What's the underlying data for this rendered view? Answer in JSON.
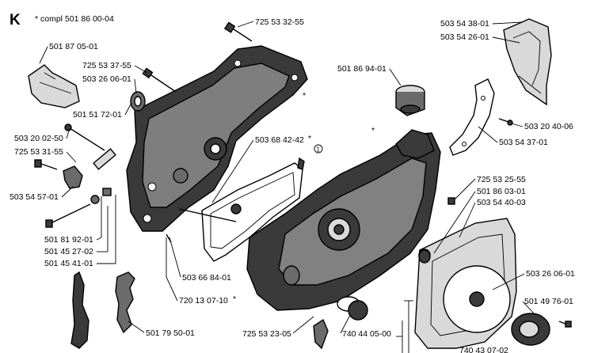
{
  "diagram": {
    "section_letter": "K",
    "note": "*  compl 501 86 00-04",
    "callouts": [
      {
        "id": "c1",
        "text": "725 53 32-55"
      },
      {
        "id": "c2",
        "text": "501 87 05-01"
      },
      {
        "id": "c3",
        "text": "725 53 37-55"
      },
      {
        "id": "c4",
        "text": "503 26 06-01"
      },
      {
        "id": "c5",
        "text": "501 51 72-01"
      },
      {
        "id": "c6",
        "text": "503 20 02-50"
      },
      {
        "id": "c7",
        "text": "725 53 31-55"
      },
      {
        "id": "c8",
        "text": "503 54 57-01"
      },
      {
        "id": "c9",
        "text": "501 81 92-01"
      },
      {
        "id": "c10",
        "text": "501 45 27-02"
      },
      {
        "id": "c11",
        "text": "501 45 41-01"
      },
      {
        "id": "c12",
        "text": "503 68 42-42"
      },
      {
        "id": "c13",
        "text": "503 66 84-01"
      },
      {
        "id": "c14",
        "text": "720 13 07-10"
      },
      {
        "id": "c15",
        "text": "501 79 50-01"
      },
      {
        "id": "c16",
        "text": "501 86 94-01"
      },
      {
        "id": "c17",
        "text": "503 54 38-01"
      },
      {
        "id": "c18",
        "text": "503 54 26-01"
      },
      {
        "id": "c19",
        "text": "503 20 40-06"
      },
      {
        "id": "c20",
        "text": "503 54 37-01"
      },
      {
        "id": "c21",
        "text": "725 53 25-55"
      },
      {
        "id": "c22",
        "text": "501 86 03-01"
      },
      {
        "id": "c23",
        "text": "503 54 40-03"
      },
      {
        "id": "c24",
        "text": "503 26 06-01"
      },
      {
        "id": "c25",
        "text": "501 49 76-01"
      },
      {
        "id": "c26",
        "text": "725 53 23-05"
      },
      {
        "id": "c27",
        "text": "740 44 05-00"
      },
      {
        "id": "c28",
        "text": "740 43 07-02"
      }
    ],
    "markers": {
      "asterisk": "*",
      "circled_one": "1"
    }
  }
}
